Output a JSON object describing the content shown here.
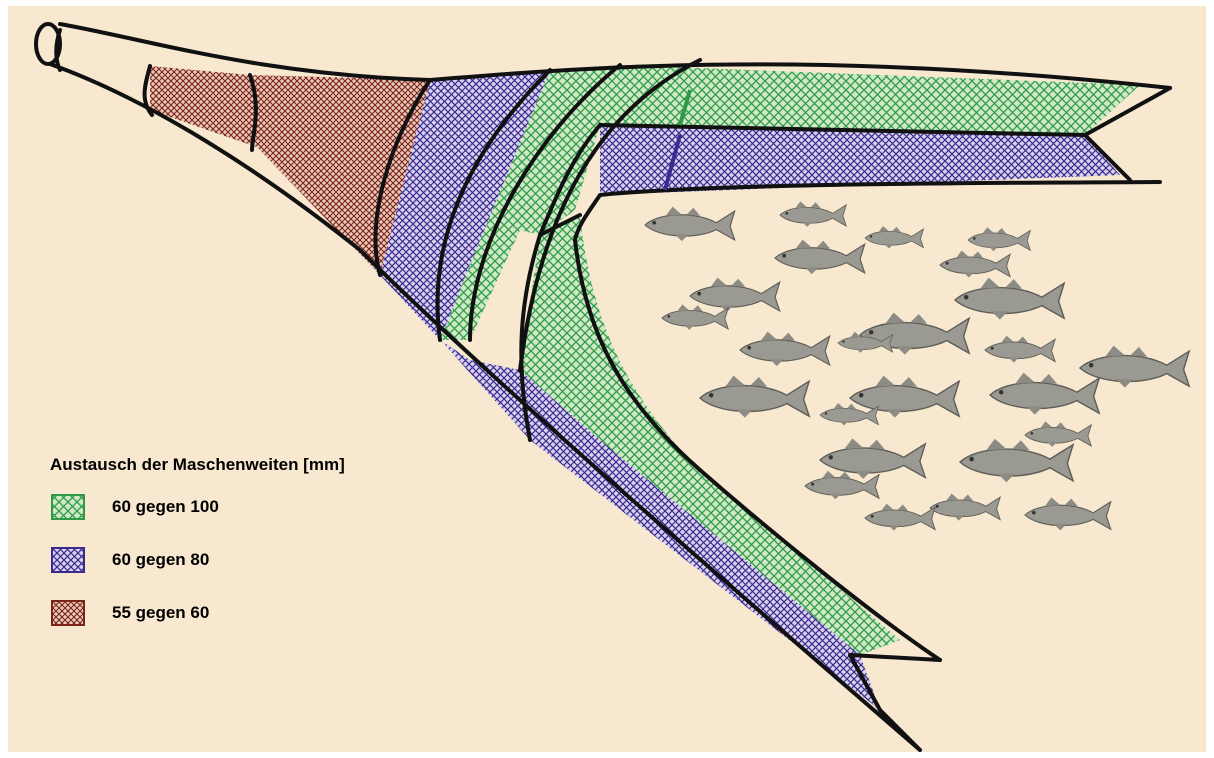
{
  "legend": {
    "title": "Austausch der Maschenweiten [mm]",
    "items": [
      {
        "label": "60 gegen 100",
        "color": "#2e9a46"
      },
      {
        "label": "60 gegen 80",
        "color": "#3b2a8f"
      },
      {
        "label": "55 gegen 60",
        "color": "#7a2418"
      }
    ]
  },
  "colors": {
    "background": "#f7e8cf",
    "outline": "#111111",
    "fish": "#9a9a92"
  },
  "fish_school": {
    "count": 28,
    "icon": "fish-icon"
  }
}
